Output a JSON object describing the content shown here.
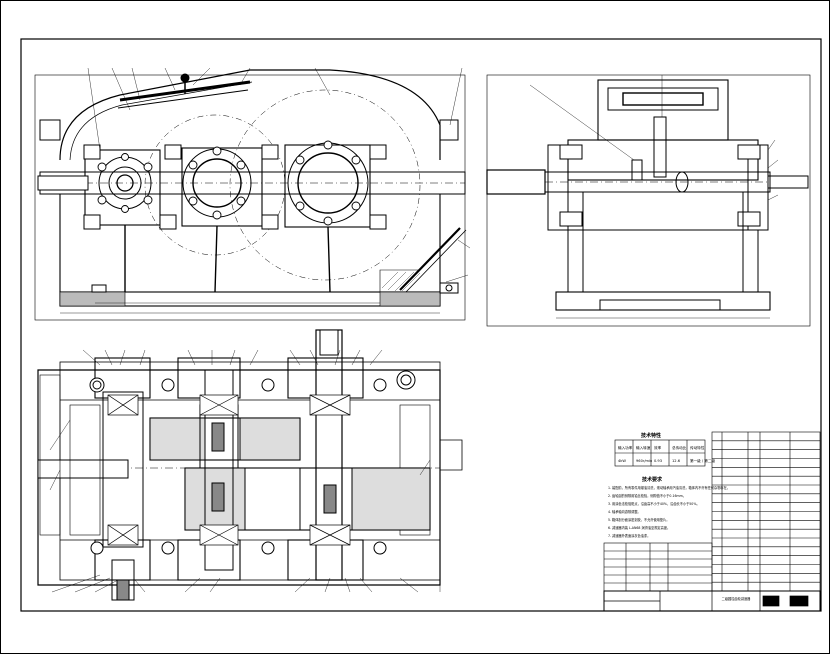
{
  "drawing": {
    "tech_title": "技术特性",
    "req_title": "技术要求",
    "title_block_name": "二级圆柱齿轮减速器",
    "parts_rows": 18
  },
  "tech_table": {
    "headers": [
      "输入功率",
      "输入转速",
      "效率",
      "总传动比",
      "传动特性"
    ],
    "values": [
      "4kW",
      "960r/min",
      "0.93",
      "12.6",
      "第一级 / 第二级"
    ]
  },
  "requirements": [
    "1. 装配前，所有零件用煤油清洗，滚动轴承用汽油清洗，箱体内不许有任何杂物存在。",
    "2. 齿轮副的侧隙用铅丝检验，侧隙值不小于0.16mm。",
    "3. 用涂色法检验斑点，沿齿高不小于40%，沿齿长不小于50%。",
    "4. 轴承轴向游隙调整。",
    "5. 箱体剖分面涂密封胶，不允许使用垫片。",
    "6. 减速器内装 L-AN68 润滑油至规定高度。",
    "7. 减速器外表面涂灰色油漆。"
  ]
}
